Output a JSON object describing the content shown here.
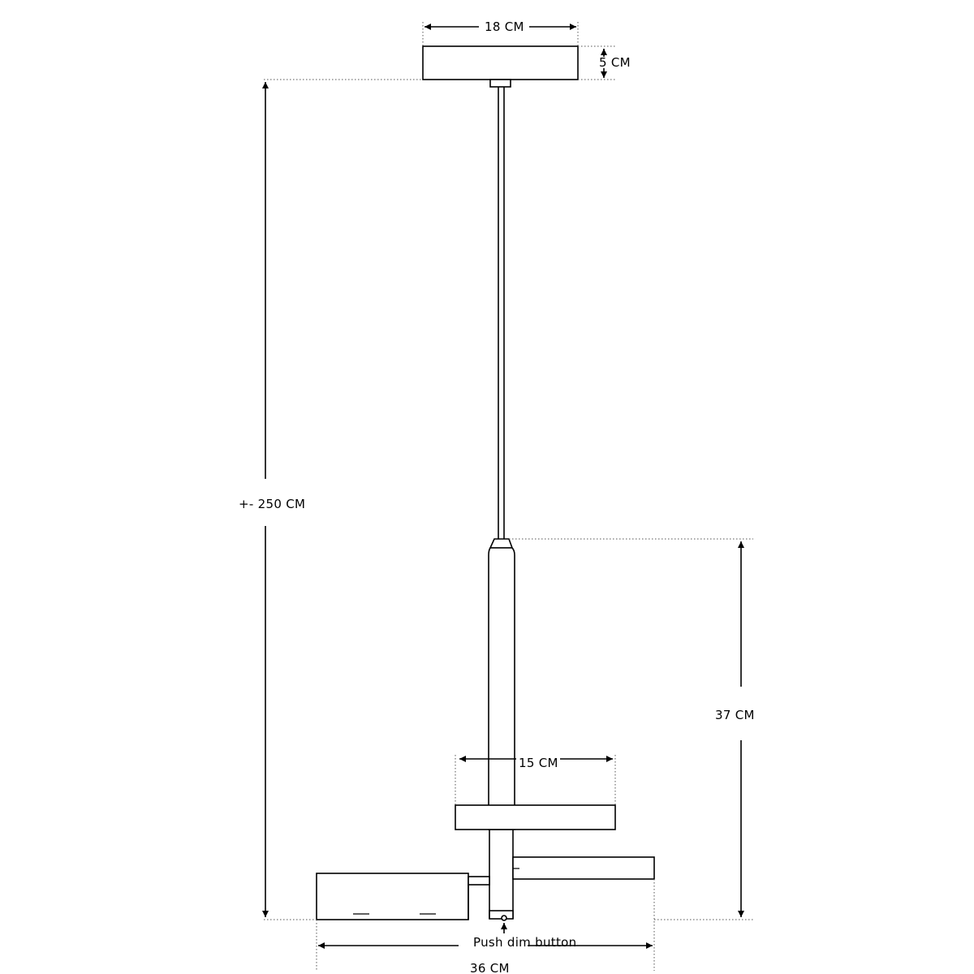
{
  "labels": {
    "canopy_width": "18 CM",
    "canopy_height": "5 CM",
    "overall_height": "+- 250 CM",
    "body_height": "37  CM",
    "shade_width": "15 CM",
    "base_width": "36  CM",
    "dim_button": "Push dim button"
  },
  "colors": {
    "line": "#000000",
    "background": "#ffffff"
  }
}
